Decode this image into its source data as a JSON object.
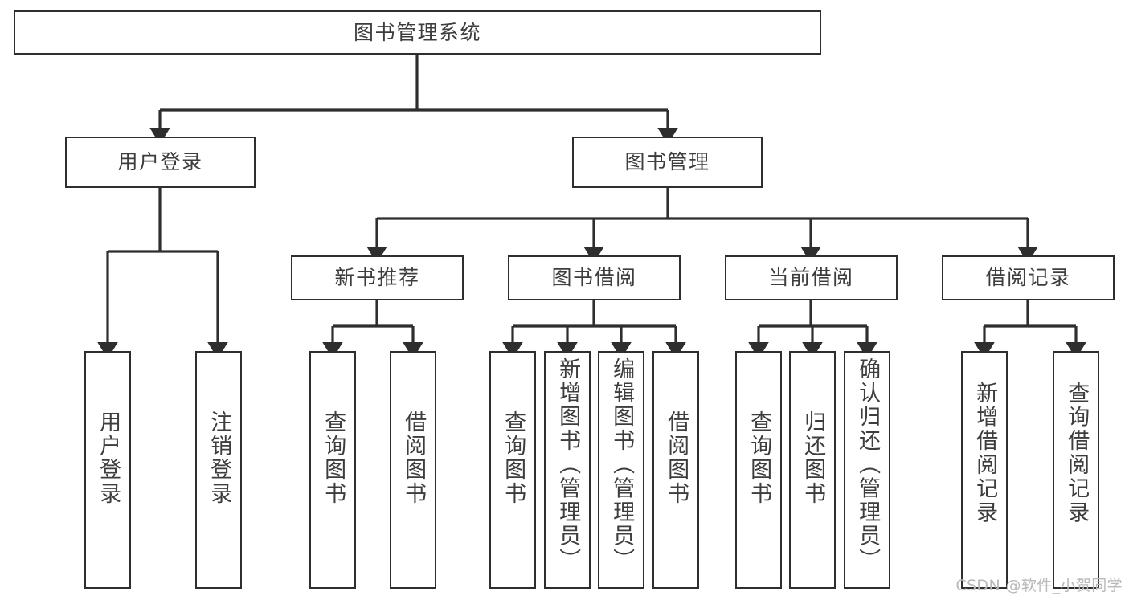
{
  "diagram": {
    "type": "tree",
    "title": "图书管理系统",
    "watermark": "CSDN @软件_小贺同学",
    "colors": {
      "node_border": "#2e2e2e",
      "node_fill": "#ffffff",
      "text": "#3d3d3d",
      "connector": "#2e2e2e",
      "watermark": "#b9b9b9",
      "background": "#ffffff"
    },
    "root": {
      "label": "图书管理系统"
    },
    "level2": [
      {
        "label": "用户登录"
      },
      {
        "label": "图书管理"
      }
    ],
    "level3": [
      {
        "label": "新书推荐"
      },
      {
        "label": "图书借阅"
      },
      {
        "label": "当前借阅"
      },
      {
        "label": "借阅记录"
      }
    ],
    "leaves": {
      "user_login": [
        {
          "label": "用户登录"
        },
        {
          "label": "注销登录"
        }
      ],
      "new_book_recommend": [
        {
          "label": "查询图书"
        },
        {
          "label": "借阅图书"
        }
      ],
      "book_borrow": [
        {
          "label": "查询图书"
        },
        {
          "label": "新增图书（管理员）"
        },
        {
          "label": "编辑图书（管理员）"
        },
        {
          "label": "借阅图书"
        }
      ],
      "current_borrow": [
        {
          "label": "查询图书"
        },
        {
          "label": "归还图书"
        },
        {
          "label": "确认归还（管理员）"
        }
      ],
      "borrow_record": [
        {
          "label": "新增借阅记录"
        },
        {
          "label": "查询借阅记录"
        }
      ]
    }
  }
}
